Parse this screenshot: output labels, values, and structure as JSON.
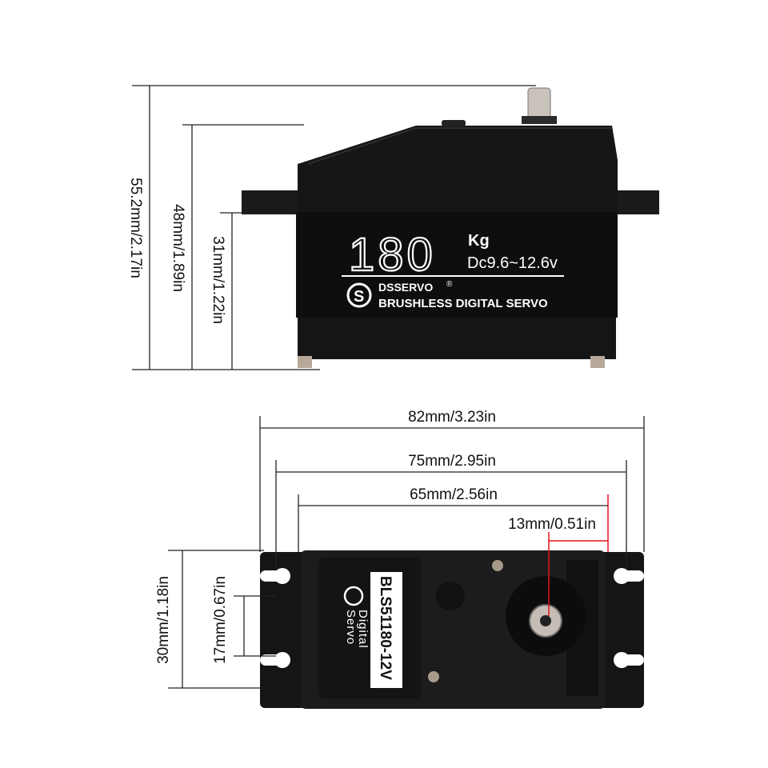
{
  "side_view": {
    "height_total": "55.2mm/2.17in",
    "height_body": "48mm/1.89in",
    "height_flange": "31mm/1.22in",
    "label": {
      "torque_number": "180",
      "torque_unit": "Kg",
      "voltage": "Dc9.6~12.6v",
      "brand": "DSSERVO",
      "registered_mark": "®",
      "subtitle": "BRUSHLESS DIGITAL SERVO"
    }
  },
  "top_view": {
    "length_total": "82mm/3.23in",
    "length_holes": "75mm/2.95in",
    "length_body": "65mm/2.56in",
    "shaft_offset": "13mm/0.51in",
    "width_total": "30mm/1.18in",
    "hole_spacing": "17mm/0.67in",
    "sticker": {
      "logo_text_1": "Digital",
      "logo_text_2": "Servo",
      "model": "BLS51180-12V"
    }
  },
  "colors": {
    "body": "#121212",
    "dimension_line": "#222222",
    "highlight": "#e0141e"
  }
}
